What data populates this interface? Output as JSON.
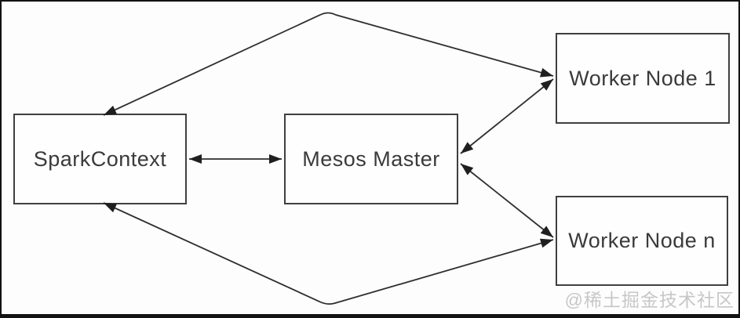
{
  "nodes": [
    {
      "id": "spark-context",
      "label": "SparkContext"
    },
    {
      "id": "mesos-master",
      "label": "Mesos Master"
    },
    {
      "id": "worker-node-1",
      "label": "Worker Node 1"
    },
    {
      "id": "worker-node-n",
      "label": "Worker Node n"
    }
  ],
  "edges": [
    {
      "from": "SparkContext",
      "to": "Mesos Master",
      "bidirectional": true,
      "route": "direct-horizontal"
    },
    {
      "from": "SparkContext",
      "to": "Worker Node 1",
      "bidirectional": true,
      "route": "over-the-top-bend"
    },
    {
      "from": "SparkContext",
      "to": "Worker Node n",
      "bidirectional": true,
      "route": "under-the-bottom-bend"
    },
    {
      "from": "Mesos Master",
      "to": "Worker Node 1",
      "bidirectional": true,
      "route": "direct-diagonal"
    },
    {
      "from": "Mesos Master",
      "to": "Worker Node n",
      "bidirectional": true,
      "route": "direct-diagonal"
    }
  ],
  "watermark": {
    "text": "@稀土掘金技术社区"
  },
  "colors": {
    "background": "#fdfdfd",
    "frame": "#121212",
    "box_border": "#3f3f3f",
    "line": "#2e2e2e",
    "arrowhead": "#1f1f1f",
    "label_text": "#3a3a3a",
    "watermark_text": "#c7c7c7"
  }
}
